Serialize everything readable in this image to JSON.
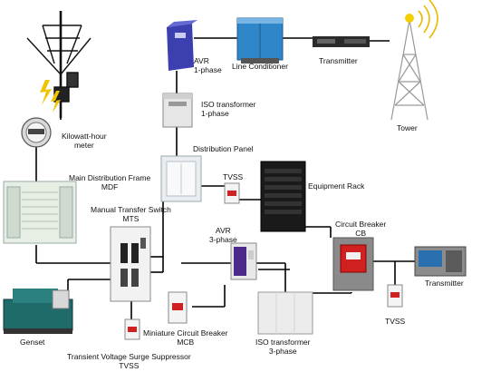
{
  "diagram": {
    "labels": {
      "avr_1phase": "AVR\n1-phase",
      "line_conditioner": "Line Conditioner",
      "transmitter_top": "Transmitter",
      "tower": "Tower",
      "iso_1phase": "ISO transformer\n1-phase",
      "kwh_meter": "Kilowatt-hour\nmeter",
      "distribution_panel": "Distribution Panel",
      "mdf": "Main Distribution Frame\nMDF",
      "tvss_upper": "TVSS",
      "equipment_rack": "Equipment Rack",
      "mts": "Manual Transfer Switch\nMTS",
      "circuit_breaker": "Circuit Breaker\nCB",
      "avr_3phase": "AVR\n3-phase",
      "transmitter_right": "Transmitter",
      "genset": "Genset",
      "mcb": "Miniature Circuit Breaker\nMCB",
      "iso_3phase": "ISO transformer\n3-phase",
      "tvss_right": "TVSS",
      "tvss_bottom": "Transient Voltage Surge Suppressor\nTVSS"
    },
    "colors": {
      "wire": "#000000",
      "avr_body": "#3b3fb0",
      "line_conditioner": "#2f86c8",
      "tower": "#9a9a9a",
      "signal_arcs": "#e8b800",
      "lightning": "#f0c400",
      "rack": "#1a1a1a",
      "breaker_red": "#d02020",
      "genset": "#1f6b6a"
    }
  }
}
